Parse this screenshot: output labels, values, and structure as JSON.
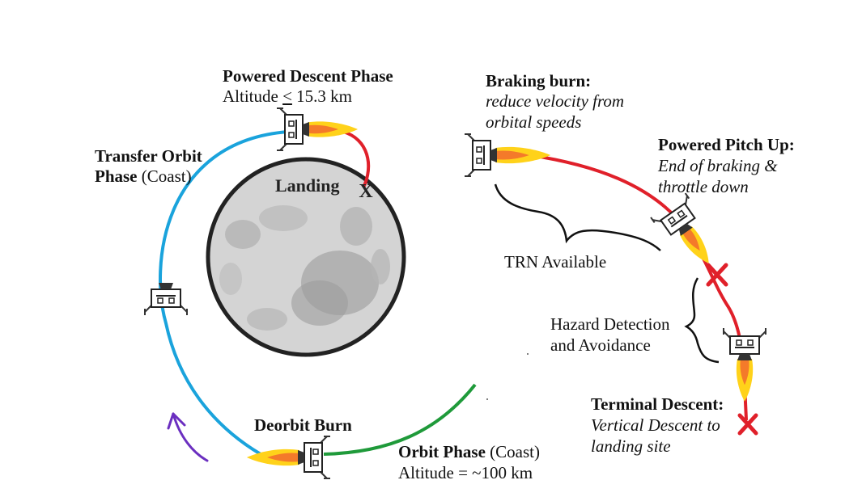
{
  "phases": {
    "powered_descent": {
      "title": "Powered Descent Phase",
      "altitude_prefix": "Altitude ",
      "altitude_symbol": "<",
      "altitude_value": " 15.3 km"
    },
    "transfer_orbit": {
      "title_line1": "Transfer Orbit",
      "title_line2": "Phase",
      "suffix": " (Coast)"
    },
    "landing": {
      "label": "Landing",
      "marker": "X"
    },
    "deorbit_burn": {
      "title": "Deorbit Burn"
    },
    "orbit_phase": {
      "title": "Orbit Phase",
      "suffix": " (Coast)",
      "altitude": "Altitude = ~100 km"
    }
  },
  "detail": {
    "braking_burn": {
      "title": "Braking burn:",
      "line1": "reduce velocity from",
      "line2": "orbital speeds"
    },
    "powered_pitch_up": {
      "title": "Powered Pitch Up:",
      "line1": "End of braking &",
      "line2": "throttle down"
    },
    "trn": {
      "label": "TRN Available"
    },
    "hazard": {
      "line1": "Hazard Detection",
      "line2": "and Avoidance"
    },
    "terminal_descent": {
      "title": "Terminal Descent:",
      "line1": "Vertical Descent to",
      "line2": "landing site"
    }
  },
  "colors": {
    "transfer_orbit": "#1aa3dc",
    "orbit": "#1f9a3a",
    "powered_descent": "#e0202a",
    "moon_fill": "#d4d4d4",
    "moon_outline": "#222222",
    "annotation_arrow": "#6b2fc0",
    "flame_outer": "#ffd21a",
    "flame_inner": "#f47a2a"
  },
  "icons": [
    "lander-icon",
    "flame-icon",
    "x-marker-icon",
    "arrow-icon",
    "brace-icon"
  ]
}
